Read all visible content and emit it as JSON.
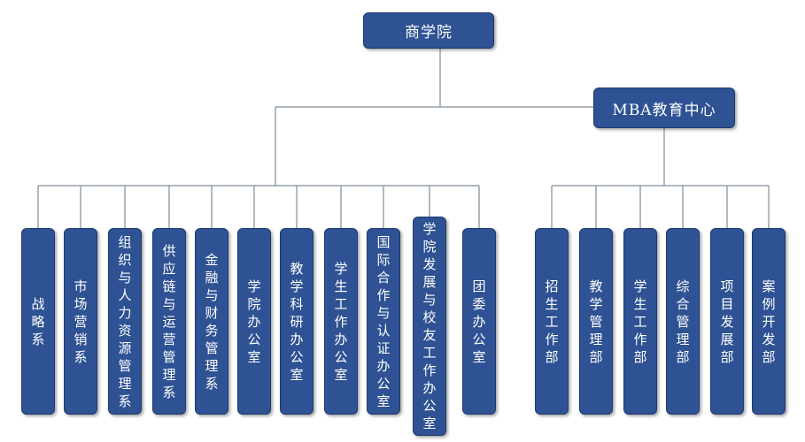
{
  "root": {
    "label": "商学院"
  },
  "mba": {
    "label": "MBA教育中心"
  },
  "departments": [
    {
      "id": "strategy",
      "label": "战略系"
    },
    {
      "id": "marketing",
      "label": "市场营销系"
    },
    {
      "id": "org-hr",
      "label": "组织与人力资源管理系"
    },
    {
      "id": "supply-chain",
      "label": "供应链与运营管理系"
    },
    {
      "id": "finance",
      "label": "金融与财务管理系"
    },
    {
      "id": "school-office",
      "label": "学院办公室"
    },
    {
      "id": "teaching-research",
      "label": "教学科研办公室"
    },
    {
      "id": "student-affairs",
      "label": "学生工作办公室"
    },
    {
      "id": "intl-accreditation",
      "label": "国际合作与认证办公室"
    },
    {
      "id": "development-alumni",
      "label": "学院发展与校友工作办公室"
    },
    {
      "id": "youth-league",
      "label": "团委办公室"
    }
  ],
  "mba_departments": [
    {
      "id": "admissions",
      "label": "招生工作部"
    },
    {
      "id": "teaching-mgmt",
      "label": "教学管理部"
    },
    {
      "id": "student-work",
      "label": "学生工作部"
    },
    {
      "id": "general-mgmt",
      "label": "综合管理部"
    },
    {
      "id": "project-dev",
      "label": "项目发展部"
    },
    {
      "id": "case-dev",
      "label": "案例开发部"
    }
  ],
  "colors": {
    "box_fill": "#2e5293",
    "box_border": "#1e3a6e",
    "box_text": "#ffffff",
    "connector": "#7f8c96"
  }
}
